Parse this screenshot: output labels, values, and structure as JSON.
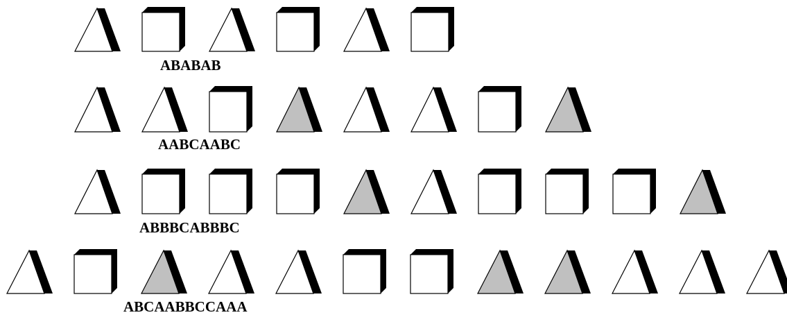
{
  "legend": {
    "A": "white-triangle",
    "B": "white-square",
    "C": "gray-triangle"
  },
  "colors": {
    "stroke": "#000000",
    "shadow": "#000000",
    "white_fill": "#ffffff",
    "gray_fill": "#c0c0c0"
  },
  "rows": [
    {
      "label": "ABABAB",
      "sequence": "ABABAB"
    },
    {
      "label": "AABCAABC",
      "sequence": "AABCAABC"
    },
    {
      "label": "ABBBCABBBC",
      "sequence": "ABBBCABBBC"
    },
    {
      "label": "ABCAABBCCAAA",
      "sequence": "ABCAABBCCAAA"
    }
  ]
}
